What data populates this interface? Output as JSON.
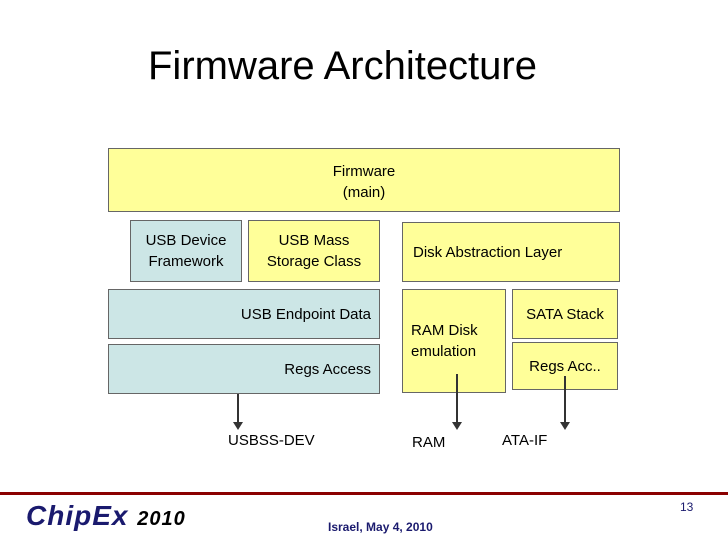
{
  "title": "Firmware Architecture",
  "diagram": {
    "firmware_main": [
      "Firmware",
      "(main)"
    ],
    "usb_device_framework": [
      "USB Device",
      "Framework"
    ],
    "usb_mass_storage_class": [
      "USB Mass",
      "Storage Class"
    ],
    "disk_abstraction_layer": "Disk Abstraction Layer",
    "usb_endpoint_data": "USB Endpoint Data",
    "regs_access": "Regs Access",
    "ram_disk_emulation": [
      "RAM Disk",
      "emulation"
    ],
    "sata_stack": "SATA Stack",
    "regs_acc": "Regs Acc..",
    "bottom_labels": {
      "usbss_dev": "USBSS-DEV",
      "ram": "RAM",
      "ata_if": "ATA-IF"
    }
  },
  "footer": {
    "logo_text": "ChipEx",
    "logo_year": "2010",
    "event": "Israel, May 4, 2010",
    "page_number": "13"
  },
  "colors": {
    "yellow_box": "#ffff99",
    "blue_box": "#cce6e6",
    "footer_rule": "#8a0000",
    "footer_text": "#1a1a6e"
  }
}
